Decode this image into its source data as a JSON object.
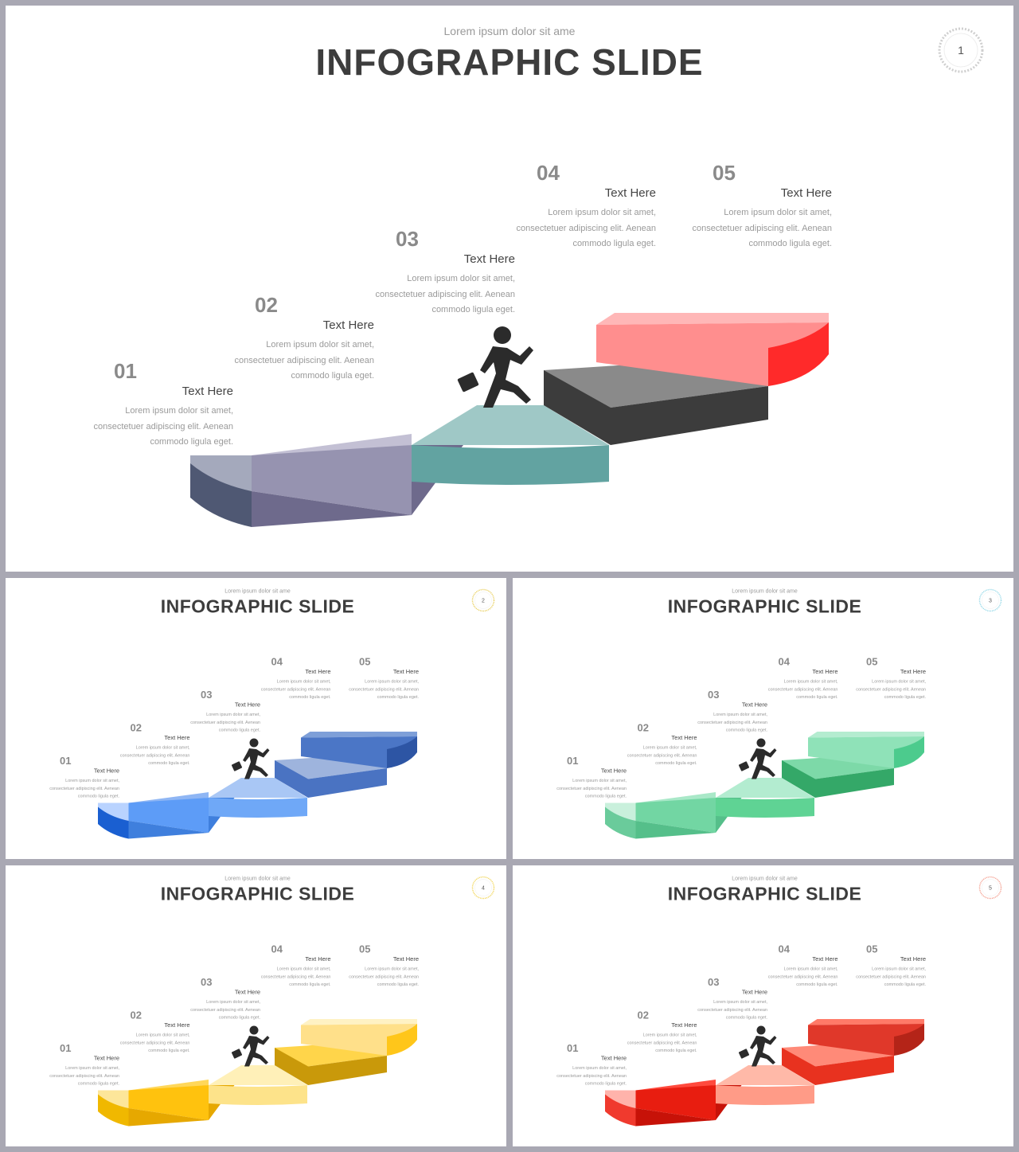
{
  "slides": [
    {
      "subtitle": "Lorem ipsum dolor sit ame",
      "title": "INFOGRAPHIC SLIDE",
      "page": "1",
      "accent": "#cfcfcf",
      "steps": [
        {
          "num": "01",
          "heading": "Text Here",
          "body": "Lorem ipsum dolor sit amet, consectetuer adipiscing elit. Aenean commodo ligula eget."
        },
        {
          "num": "02",
          "heading": "Text Here",
          "body": "Lorem ipsum dolor sit amet, consectetuer adipiscing elit. Aenean commodo ligula eget."
        },
        {
          "num": "03",
          "heading": "Text Here",
          "body": "Lorem ipsum dolor sit amet, consectetuer adipiscing elit. Aenean commodo ligula eget."
        },
        {
          "num": "04",
          "heading": "Text Here",
          "body": "Lorem ipsum dolor sit amet, consectetuer adipiscing elit. Aenean commodo ligula eget."
        },
        {
          "num": "05",
          "heading": "Text Here",
          "body": "Lorem ipsum dolor sit amet, consectetuer adipiscing elit. Aenean commodo ligula eget."
        }
      ],
      "stair_colors": [
        {
          "top": "#a4a9bc",
          "front": "#6c7794",
          "dark": "#4f5873"
        },
        {
          "top": "#c3c0d4",
          "front": "#9693b0",
          "dark": "#6e6a8c"
        },
        {
          "top": "#9fc8c6",
          "front": "#62a3a1",
          "dark": "#4a8a88"
        },
        {
          "top": "#8a8a8a",
          "front": "#3c3c3c",
          "dark": "#2a2a2a"
        },
        {
          "top": "#ffb7b7",
          "front": "#ff8e8e",
          "dark": "#ff2a2a"
        }
      ]
    },
    {
      "subtitle": "Lorem ipsum dolor sit ame",
      "title": "INFOGRAPHIC SLIDE",
      "page": "2",
      "accent": "#e7cc55",
      "steps": [
        {
          "num": "01",
          "heading": "Text Here",
          "body": "Lorem ipsum dolor sit amet, consectetuer adipiscing elit. Aenean commodo ligula eget."
        },
        {
          "num": "02",
          "heading": "Text Here",
          "body": "Lorem ipsum dolor sit amet, consectetuer adipiscing elit. Aenean commodo ligula eget."
        },
        {
          "num": "03",
          "heading": "Text Here",
          "body": "Lorem ipsum dolor sit amet, consectetuer adipiscing elit. Aenean commodo ligula eget."
        },
        {
          "num": "04",
          "heading": "Text Here",
          "body": "Lorem ipsum dolor sit amet, consectetuer adipiscing elit. Aenean commodo ligula eget."
        },
        {
          "num": "05",
          "heading": "Text Here",
          "body": "Lorem ipsum dolor sit amet, consectetuer adipiscing elit. Aenean commodo ligula eget."
        }
      ],
      "stair_colors": [
        {
          "top": "#b9d3ff",
          "front": "#2f7cf4",
          "dark": "#1a5fd1"
        },
        {
          "top": "#8fb6f4",
          "front": "#5d9cf7",
          "dark": "#3f7fdd"
        },
        {
          "top": "#a9c7f5",
          "front": "#6fa8f7",
          "dark": "#5087e0"
        },
        {
          "top": "#9eb4dd",
          "front": "#4a73c2",
          "dark": "#36589d"
        },
        {
          "top": "#7e9fd8",
          "front": "#4b76c6",
          "dark": "#2d55a4"
        }
      ]
    },
    {
      "subtitle": "Lorem ipsum dolor sit ame",
      "title": "INFOGRAPHIC SLIDE",
      "page": "3",
      "accent": "#8fd6e6",
      "steps": [
        {
          "num": "01",
          "heading": "Text Here",
          "body": "Lorem ipsum dolor sit amet, consectetuer adipiscing elit. Aenean commodo ligula eget."
        },
        {
          "num": "02",
          "heading": "Text Here",
          "body": "Lorem ipsum dolor sit amet, consectetuer adipiscing elit. Aenean commodo ligula eget."
        },
        {
          "num": "03",
          "heading": "Text Here",
          "body": "Lorem ipsum dolor sit amet, consectetuer adipiscing elit. Aenean commodo ligula eget."
        },
        {
          "num": "04",
          "heading": "Text Here",
          "body": "Lorem ipsum dolor sit amet, consectetuer adipiscing elit. Aenean commodo ligula eget."
        },
        {
          "num": "05",
          "heading": "Text Here",
          "body": "Lorem ipsum dolor sit amet, consectetuer adipiscing elit. Aenean commodo ligula eget."
        }
      ],
      "stair_colors": [
        {
          "top": "#c9f0dc",
          "front": "#8fe0b6",
          "dark": "#6acb9b"
        },
        {
          "top": "#a9e8c8",
          "front": "#72d6a3",
          "dark": "#55bf8a"
        },
        {
          "top": "#b3ecd0",
          "front": "#5fd394",
          "dark": "#43b87a"
        },
        {
          "top": "#7dd9a8",
          "front": "#34a868",
          "dark": "#22884f"
        },
        {
          "top": "#b4ecd0",
          "front": "#8fe2b8",
          "dark": "#4ccb8d"
        }
      ]
    },
    {
      "subtitle": "Lorem ipsum dolor sit ame",
      "title": "INFOGRAPHIC SLIDE",
      "page": "4",
      "accent": "#f1d34f",
      "steps": [
        {
          "num": "01",
          "heading": "Text Here",
          "body": "Lorem ipsum dolor sit amet, consectetuer adipiscing elit. Aenean commodo ligula eget."
        },
        {
          "num": "02",
          "heading": "Text Here",
          "body": "Lorem ipsum dolor sit amet, consectetuer adipiscing elit. Aenean commodo ligula eget."
        },
        {
          "num": "03",
          "heading": "Text Here",
          "body": "Lorem ipsum dolor sit amet, consectetuer adipiscing elit. Aenean commodo ligula eget."
        },
        {
          "num": "04",
          "heading": "Text Here",
          "body": "Lorem ipsum dolor sit amet, consectetuer adipiscing elit. Aenean commodo ligula eget."
        },
        {
          "num": "05",
          "heading": "Text Here",
          "body": "Lorem ipsum dolor sit amet, consectetuer adipiscing elit. Aenean commodo ligula eget."
        }
      ],
      "stair_colors": [
        {
          "top": "#fde69a",
          "front": "#fbd14d",
          "dark": "#f0b800"
        },
        {
          "top": "#ffd75a",
          "front": "#ffc20e",
          "dark": "#e6a800"
        },
        {
          "top": "#fff0b8",
          "front": "#fde38a",
          "dark": "#f5cf55"
        },
        {
          "top": "#ffd54a",
          "front": "#c9990a",
          "dark": "#a87f00"
        },
        {
          "top": "#fff2c4",
          "front": "#ffe08a",
          "dark": "#ffc61a"
        }
      ]
    },
    {
      "subtitle": "Lorem ipsum dolor sit ame",
      "title": "INFOGRAPHIC SLIDE",
      "page": "5",
      "accent": "#f39a8a",
      "steps": [
        {
          "num": "01",
          "heading": "Text Here",
          "body": "Lorem ipsum dolor sit amet, consectetuer adipiscing elit. Aenean commodo ligula eget."
        },
        {
          "num": "02",
          "heading": "Text Here",
          "body": "Lorem ipsum dolor sit amet, consectetuer adipiscing elit. Aenean commodo ligula eget."
        },
        {
          "num": "03",
          "heading": "Text Here",
          "body": "Lorem ipsum dolor sit amet, consectetuer adipiscing elit. Aenean commodo ligula eget."
        },
        {
          "num": "04",
          "heading": "Text Here",
          "body": "Lorem ipsum dolor sit amet, consectetuer adipiscing elit. Aenean commodo ligula eget."
        },
        {
          "num": "05",
          "heading": "Text Here",
          "body": "Lorem ipsum dolor sit amet, consectetuer adipiscing elit. Aenean commodo ligula eget."
        }
      ],
      "stair_colors": [
        {
          "top": "#ffb3ab",
          "front": "#ff6e63",
          "dark": "#f03a2e"
        },
        {
          "top": "#ff4a3d",
          "front": "#e81d10",
          "dark": "#c71208"
        },
        {
          "top": "#ffb9a8",
          "front": "#ff9b87",
          "dark": "#f5765f"
        },
        {
          "top": "#ff8a78",
          "front": "#e8321f",
          "dark": "#c42414"
        },
        {
          "top": "#ff7a68",
          "front": "#e0382a",
          "dark": "#b42418"
        }
      ]
    }
  ]
}
